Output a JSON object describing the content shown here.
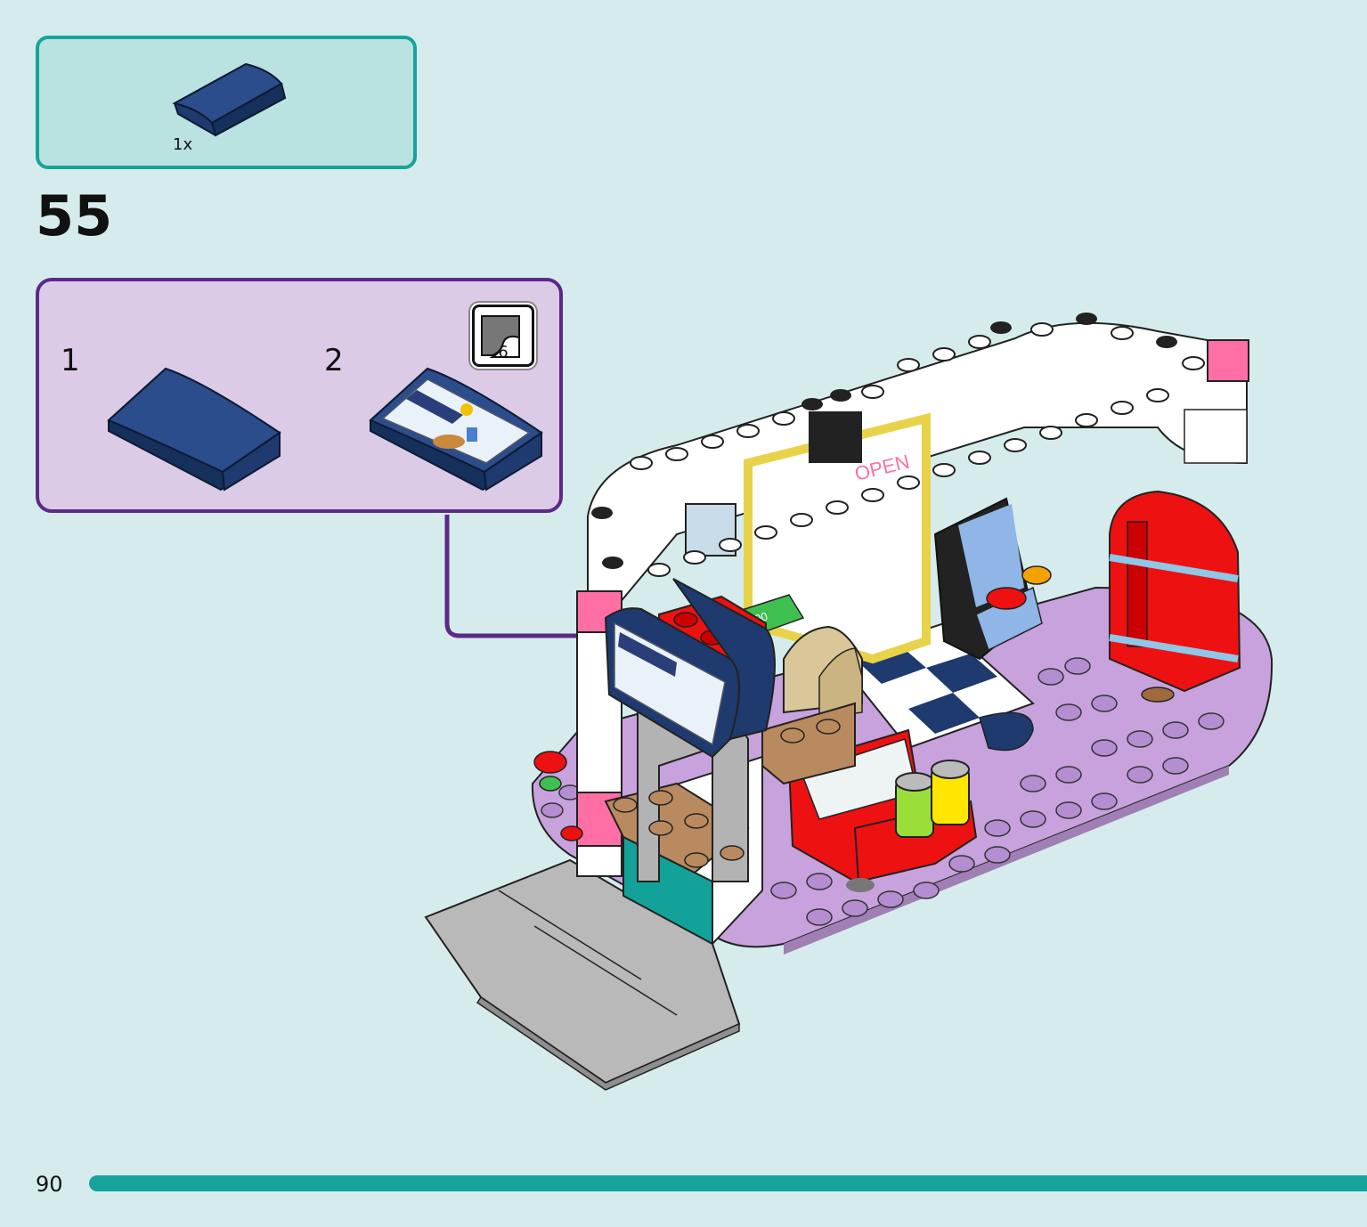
{
  "parts_box": {
    "quantity": "1x"
  },
  "step": {
    "number": "55"
  },
  "sub_steps": [
    {
      "label": "1"
    },
    {
      "label": "2",
      "sticker_number": "6"
    }
  ],
  "model_sticker_texts": [
    "OPEN",
    "100"
  ],
  "page": {
    "number": "90"
  },
  "colors": {
    "background": "#d6ecec",
    "parts_box_border": "#17a39a",
    "parts_box_fill": "#b9e2e1",
    "sub_box_border": "#5b2a86",
    "sub_box_fill": "#dccbe6",
    "piece_blue": "#1e3a6e",
    "progress_bar": "#17a39a"
  },
  "icons": [
    "curved-slope-brick-icon",
    "sticker-icon",
    "arrow-icon"
  ]
}
